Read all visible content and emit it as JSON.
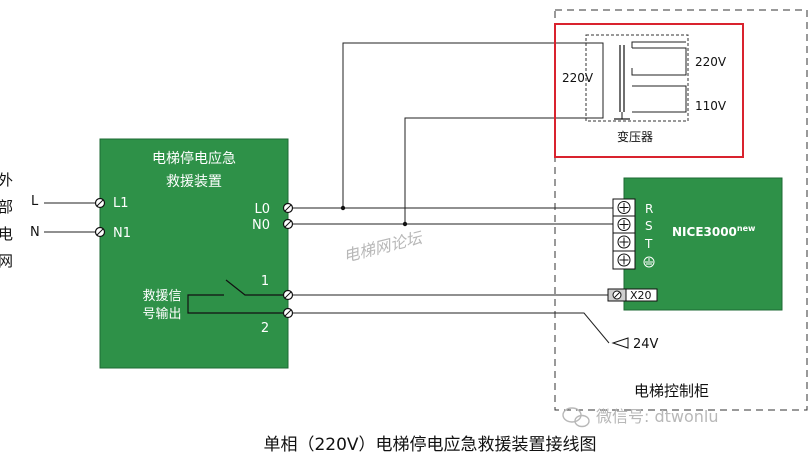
{
  "grid": {
    "side_label": [
      "外",
      "部",
      "电",
      "网"
    ],
    "line_l": "L",
    "line_n": "N"
  },
  "rescue_device": {
    "title_line1": "电梯停电应急",
    "title_line2": "救援装置",
    "terminal_l1": "L1",
    "terminal_n1": "N1",
    "terminal_l0": "L0",
    "terminal_n0": "N0",
    "terminal_1": "1",
    "terminal_2": "2",
    "signal_line1": "救援信",
    "signal_line2": "号输出"
  },
  "transformer": {
    "input_voltage": "220V",
    "output_voltage_1": "220V",
    "output_voltage_2": "110V",
    "label": "变压器"
  },
  "controller": {
    "model": "NICE3000",
    "model_sup": "new",
    "terminal_r": "R",
    "terminal_s": "S",
    "terminal_t": "T",
    "terminal_x20": "X20",
    "supply_24v": "24V"
  },
  "cabinet": {
    "label": "电梯控制柜"
  },
  "watermark": {
    "forum": "电梯网论坛",
    "wechat": "微信号: dtwonlu"
  },
  "caption": "单相（220V）电梯停电应急救援装置接线图",
  "colors": {
    "device_green": "#2e9148",
    "highlight_red": "#d9232e",
    "line": "#222222"
  }
}
